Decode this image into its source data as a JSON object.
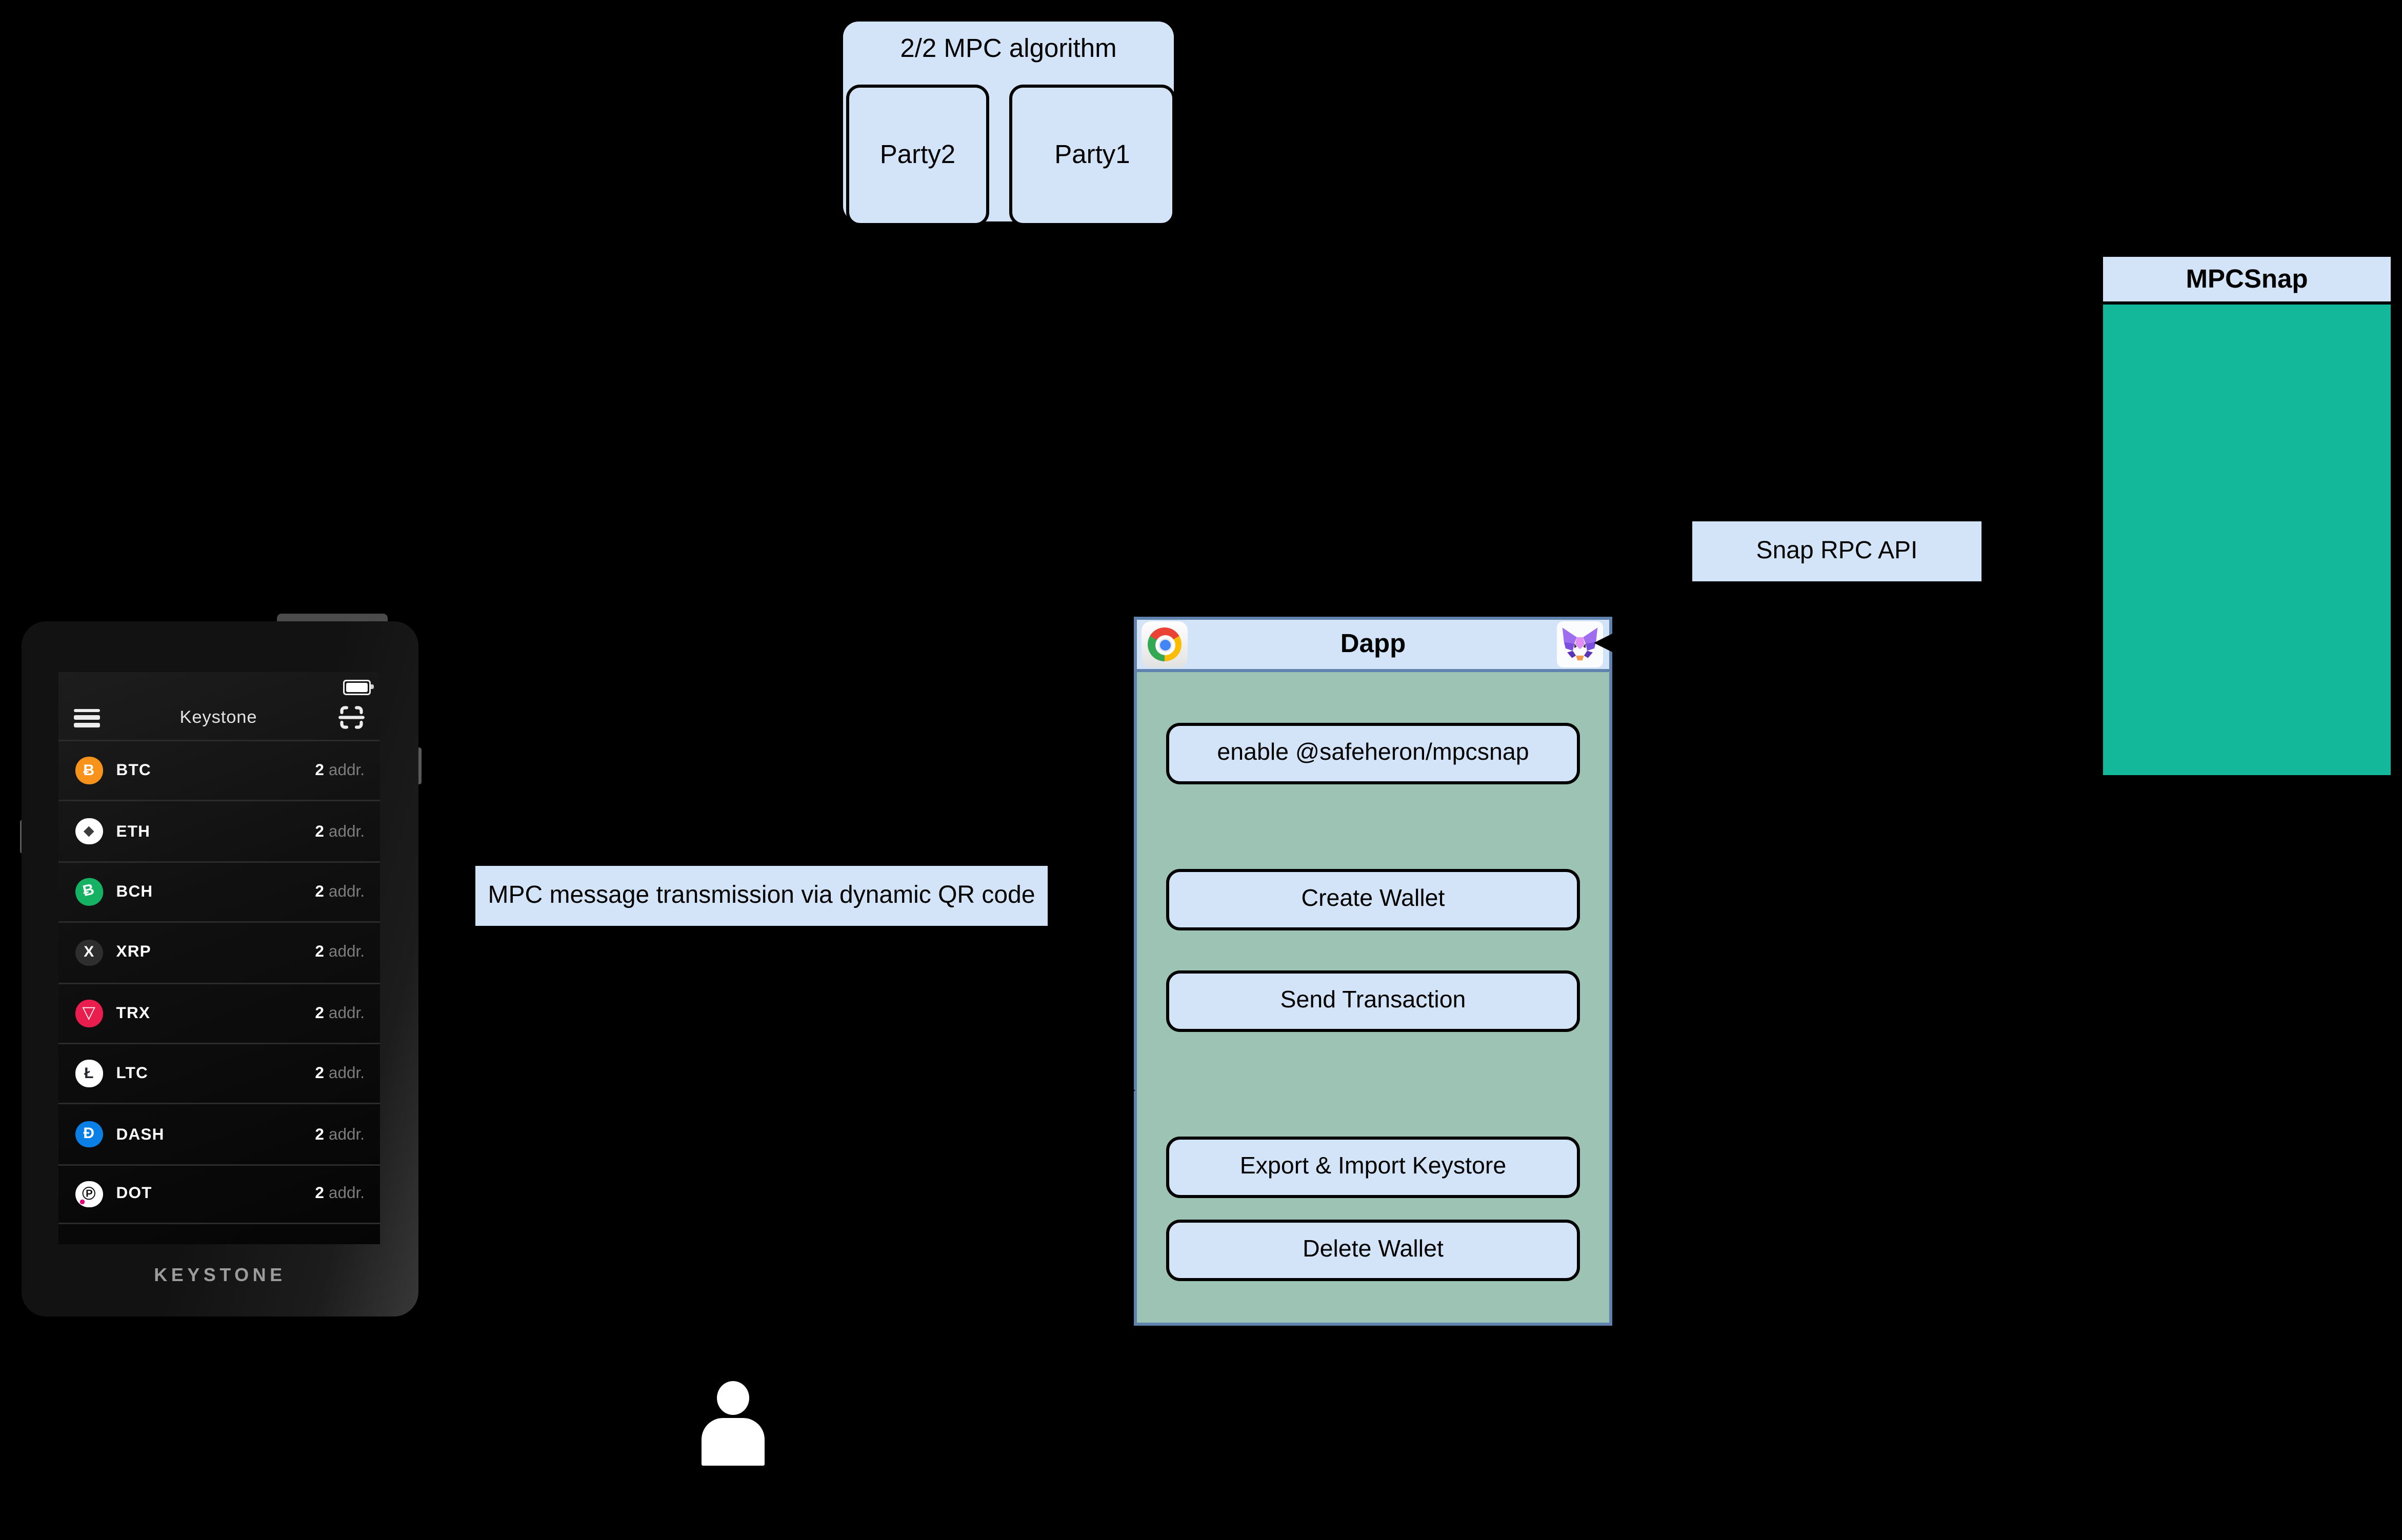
{
  "colors": {
    "background": "#000000",
    "box_blue": "#d4e4f8",
    "mpcsnap_teal": "#13b79a",
    "dapp_body_green": "#9cc3b3",
    "dapp_border_blue": "#5f83ad",
    "connector_black": "#000000"
  },
  "mpc_algorithm_box": {
    "title": "2/2 MPC algorithm",
    "parties": [
      {
        "label": "Party2"
      },
      {
        "label": "Party1"
      }
    ]
  },
  "mpcsnap_panel": {
    "title": "MPCSnap"
  },
  "snap_rpc_label": {
    "text": "Snap RPC API"
  },
  "qr_transmission_label": {
    "text": "MPC message transmission via dynamic QR code"
  },
  "dapp_window": {
    "title": "Dapp",
    "browser_icon": "chrome-icon",
    "wallet_icon": "metamask-flask-fox-icon",
    "buttons": [
      {
        "label": "enable @safeheron/mpcsnap"
      },
      {
        "label": "Create Wallet"
      },
      {
        "label": "Send Transaction"
      },
      {
        "label": "Export & Import Keystore"
      },
      {
        "label": "Delete Wallet"
      }
    ]
  },
  "keystone_device": {
    "header_title": "Keystone",
    "brand_label": "KEYSTONE",
    "coins": [
      {
        "symbol": "BTC",
        "count": "2",
        "unit": "addr.",
        "color": "#f7931a",
        "glyph": "Ƀ",
        "glyph_color": "#ffffff"
      },
      {
        "symbol": "ETH",
        "count": "2",
        "unit": "addr.",
        "color": "#ffffff",
        "glyph": "◆",
        "glyph_color": "#3c3c3d"
      },
      {
        "symbol": "BCH",
        "count": "2",
        "unit": "addr.",
        "color": "#16b264",
        "glyph": "Ƀ",
        "glyph_color": "#ffffff"
      },
      {
        "symbol": "XRP",
        "count": "2",
        "unit": "addr.",
        "color": "#2e2e2e",
        "glyph": "X",
        "glyph_color": "#ffffff"
      },
      {
        "symbol": "TRX",
        "count": "2",
        "unit": "addr.",
        "color": "#ea1e4e",
        "glyph": "▽",
        "glyph_color": "#ffffff"
      },
      {
        "symbol": "LTC",
        "count": "2",
        "unit": "addr.",
        "color": "#ffffff",
        "glyph": "Ł",
        "glyph_color": "#24272e"
      },
      {
        "symbol": "DASH",
        "count": "2",
        "unit": "addr.",
        "color": "#0a80e6",
        "glyph": "Ð",
        "glyph_color": "#ffffff"
      },
      {
        "symbol": "DOT",
        "count": "2",
        "unit": "addr.",
        "color": "#ffffff",
        "glyph": "℗",
        "glyph_color": "#141414",
        "accent": "#e6007a"
      }
    ]
  }
}
